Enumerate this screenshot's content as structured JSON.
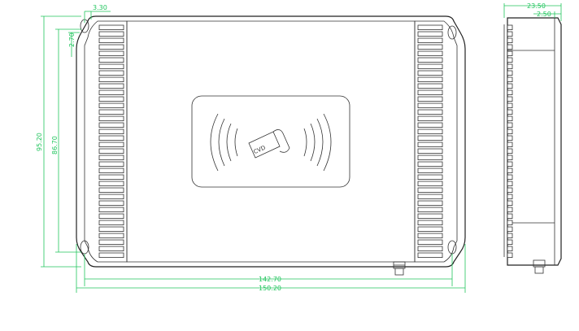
{
  "dimensions": {
    "hole_offset": "3.30",
    "hole_vertical_offset": "2.70",
    "overall_height": "95.20",
    "inner_height": "86.70",
    "hole_spacing_width": "142.70",
    "overall_width": "150.20",
    "side_depth": "23.50",
    "side_flange": "2.50"
  },
  "colors": {
    "dimension": "#22c55e",
    "outline": "#222222"
  },
  "icons": {
    "rfid": "rfid-card-icon"
  }
}
